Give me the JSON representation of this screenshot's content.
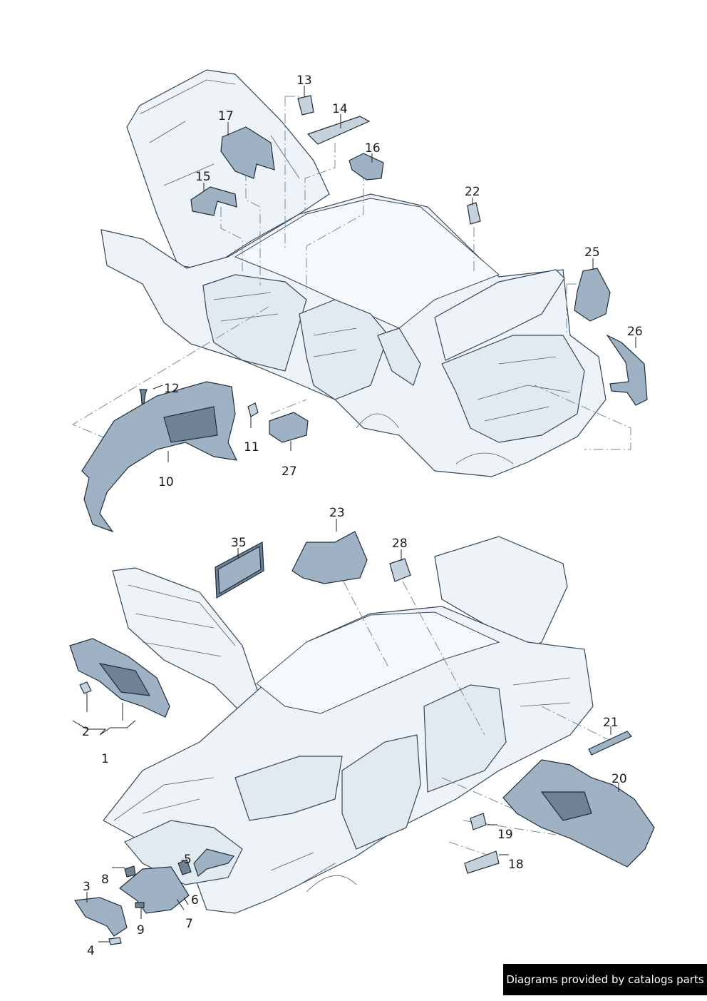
{
  "callouts": [
    {
      "id": "1",
      "text": "1"
    },
    {
      "id": "2",
      "text": "2"
    },
    {
      "id": "3",
      "text": "3"
    },
    {
      "id": "4",
      "text": "4"
    },
    {
      "id": "5",
      "text": "5"
    },
    {
      "id": "6",
      "text": "6"
    },
    {
      "id": "7",
      "text": "7"
    },
    {
      "id": "8",
      "text": "8"
    },
    {
      "id": "9",
      "text": "9"
    },
    {
      "id": "10",
      "text": "10"
    },
    {
      "id": "11",
      "text": "11"
    },
    {
      "id": "12",
      "text": "12"
    },
    {
      "id": "13",
      "text": "13"
    },
    {
      "id": "14",
      "text": "14"
    },
    {
      "id": "15",
      "text": "15"
    },
    {
      "id": "16",
      "text": "16"
    },
    {
      "id": "17",
      "text": "17"
    },
    {
      "id": "18",
      "text": "18"
    },
    {
      "id": "19",
      "text": "19"
    },
    {
      "id": "20",
      "text": "20"
    },
    {
      "id": "21",
      "text": "21"
    },
    {
      "id": "22",
      "text": "22"
    },
    {
      "id": "23",
      "text": "23"
    },
    {
      "id": "25",
      "text": "25"
    },
    {
      "id": "26",
      "text": "26"
    },
    {
      "id": "27",
      "text": "27"
    },
    {
      "id": "28",
      "text": "28"
    },
    {
      "id": "35",
      "text": "35"
    }
  ],
  "footer": {
    "text": "Diagrams provided by catalogs parts"
  },
  "colors": {
    "body_fill": "#eef3f7",
    "part_fill": "#9fb2c3",
    "outline": "#34475a",
    "footer_bg": "#000000"
  }
}
